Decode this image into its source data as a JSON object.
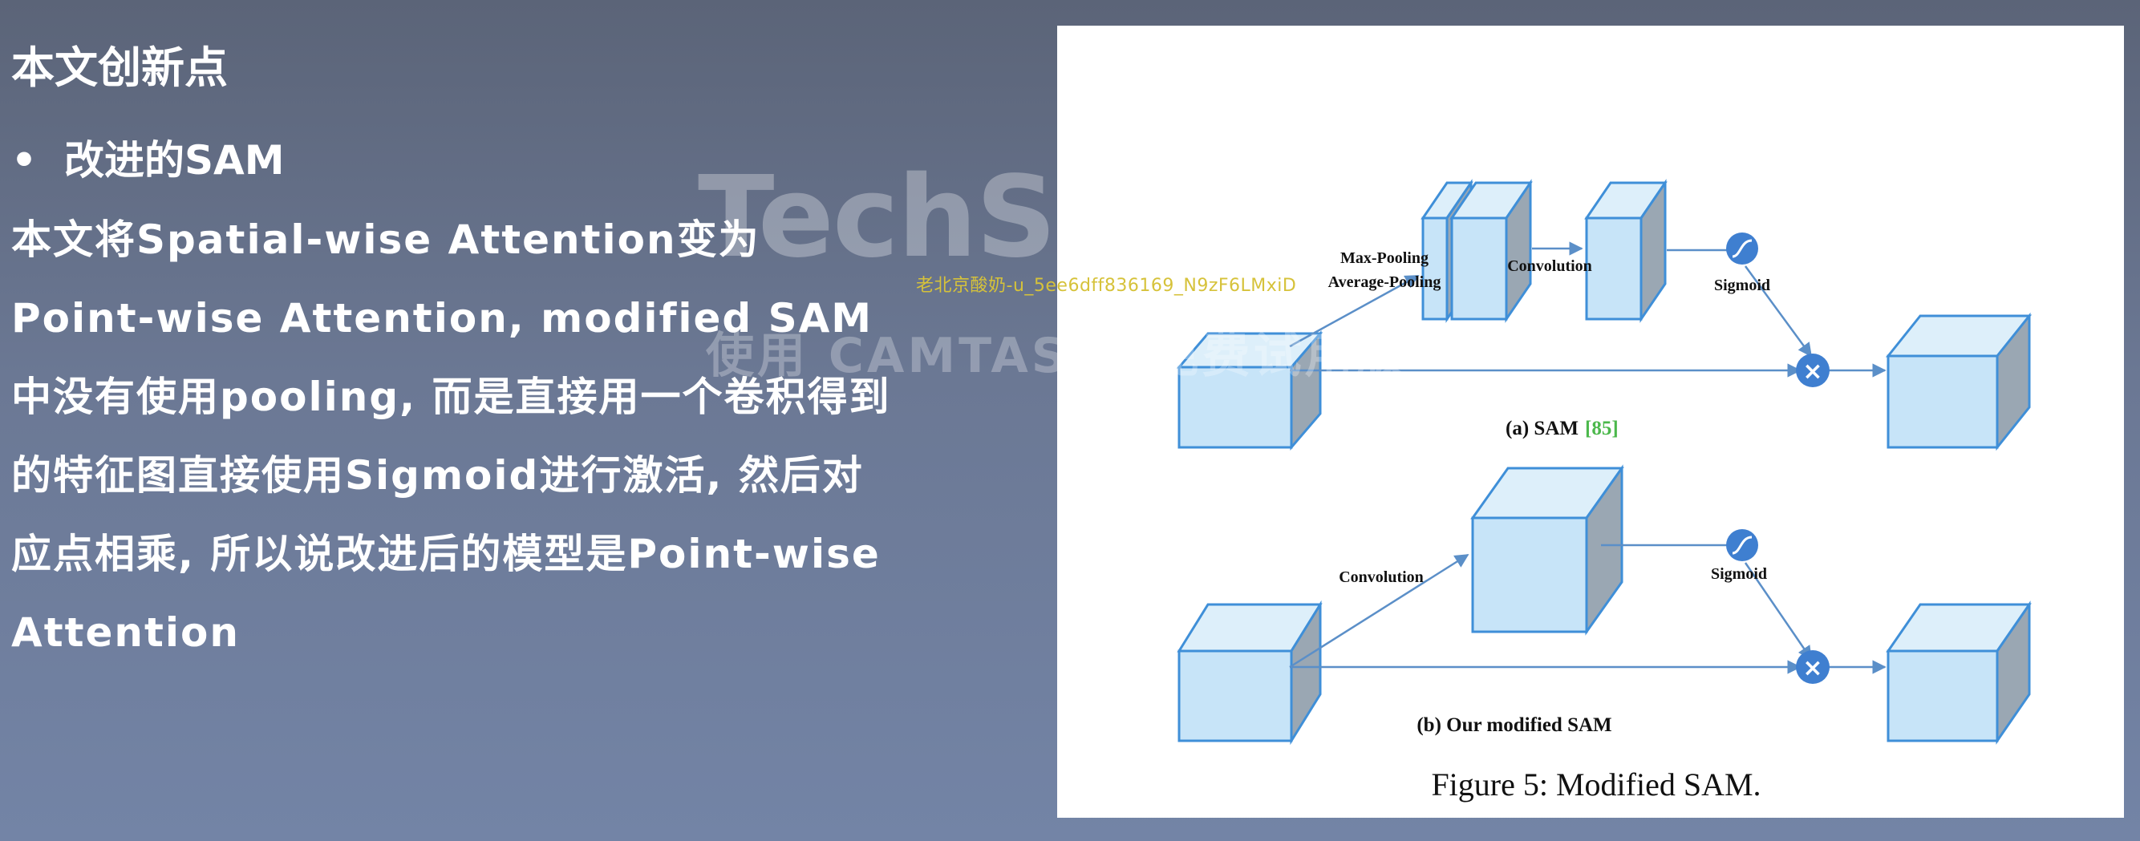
{
  "slide": {
    "title": "本文创新点",
    "bullet_marker": "•",
    "bullet": "改进的SAM",
    "paragraph": "本文将Spatial-wise Attention变为Point-wise Attention, modified SAM中没有使用pooling, 而是直接用一个卷积得到的特征图直接使用Sigmoid进行激活, 然后对应点相乘, 所以说改进后的模型是Point-wise Attention"
  },
  "figure": {
    "top": {
      "label_max": "Max-Pooling",
      "label_avg": "Average-Pooling",
      "label_conv": "Convolution",
      "label_sigmoid": "Sigmoid",
      "caption": "(a) SAM",
      "citation": "[85]"
    },
    "bottom": {
      "label_conv": "Convolution",
      "label_sigmoid": "Sigmoid",
      "caption": "(b) Our modified SAM"
    },
    "caption": "Figure 5: Modified SAM.",
    "multiply_symbol": "×",
    "colors": {
      "cube_front": "#c7e4f8",
      "cube_top": "#ddeffa",
      "cube_side": "#9aa7b3",
      "edge": "#3f8fd8",
      "node": "#3f7fd0",
      "arrow": "#5b8fc8",
      "citation": "#4bb84b"
    }
  },
  "watermark": {
    "logo": "TechSmith",
    "registered": "®",
    "user": "老北京酸奶-u_5ee6dff836169_N9zF6LMxiD",
    "trial": "使用 CAMTASIA 免费试用版"
  }
}
